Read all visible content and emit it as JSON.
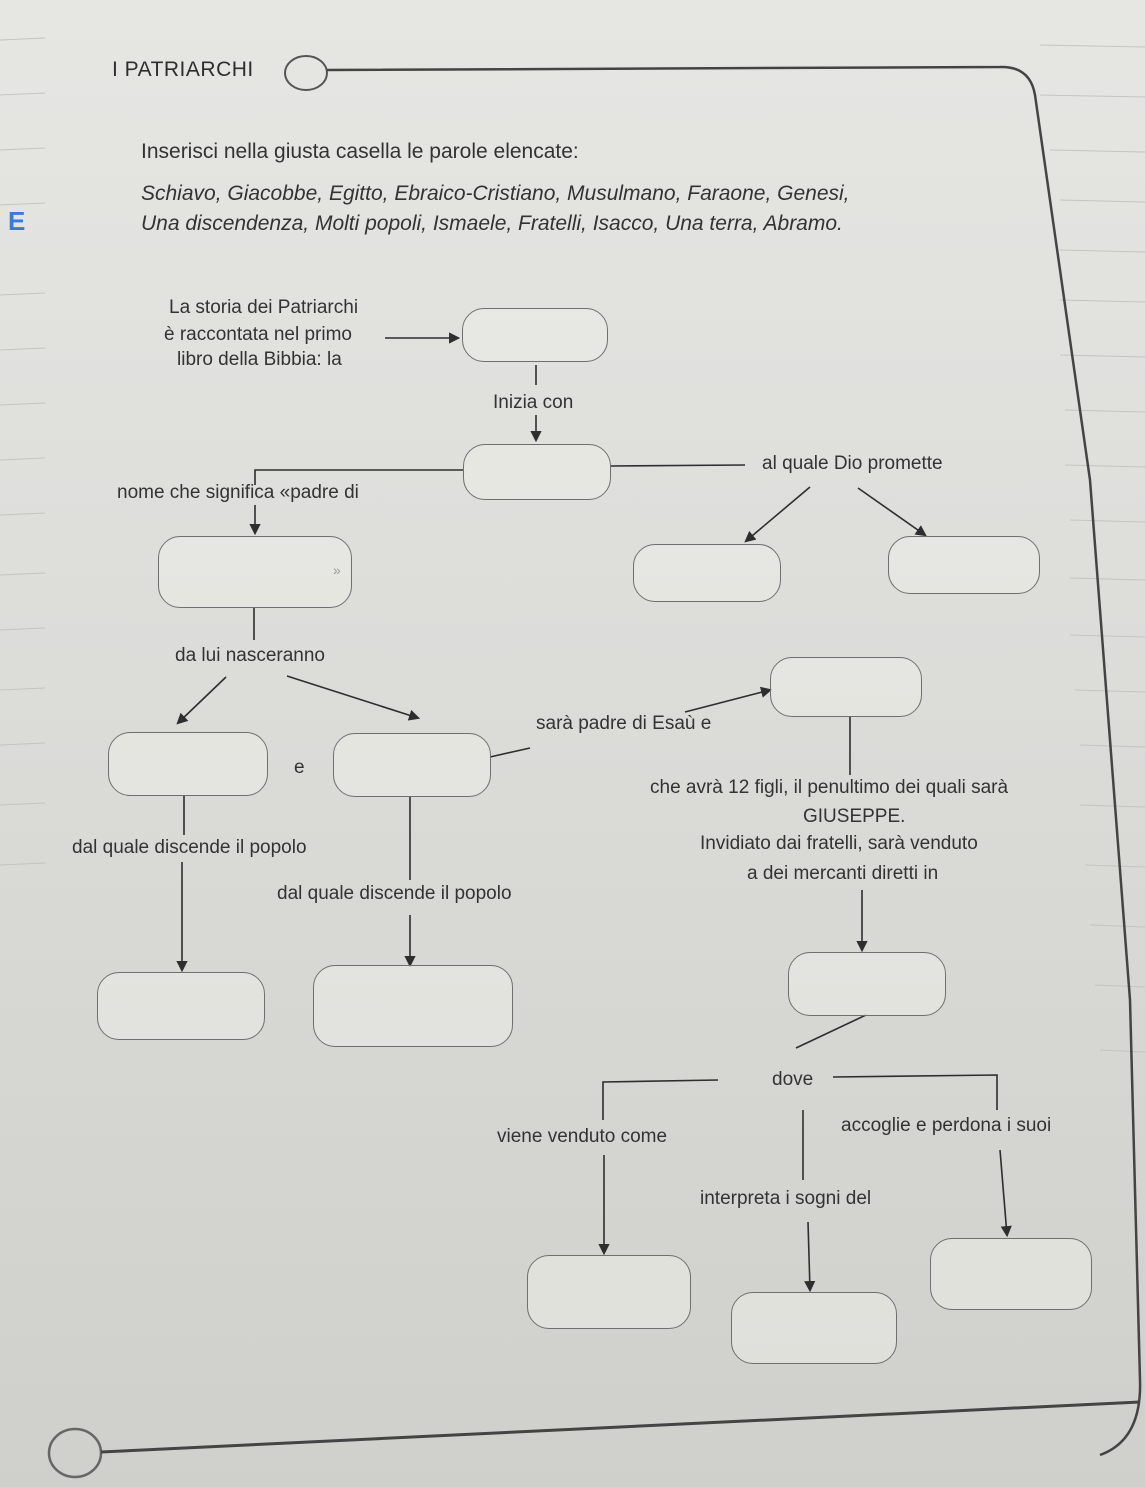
{
  "title": "I PATRIARCHI",
  "instruction": "Inserisci nella giusta casella le parole elencate:",
  "words_line1": "Schiavo, Giacobbe, Egitto, Ebraico-Cristiano, Musulmano, Faraone, Genesi,",
  "words_line2": "Una discendenza, Molti popoli, Ismaele, Fratelli, Isacco, Una terra, Abramo.",
  "diagram": {
    "intro_1": "La storia dei Patriarchi",
    "intro_2": "è raccontata nel primo",
    "intro_3": "libro della Bibbia: la",
    "inizia_con": "Inizia con",
    "nome_padre": "nome che significa «padre di",
    "quote_close": "»",
    "dio_promette": "al quale Dio promette",
    "da_lui": "da lui nasceranno",
    "sara_padre": "sarà padre di Esaù e",
    "e": "e",
    "dodici_figli": "che avrà 12 figli, il penultimo dei quali sarà",
    "giuseppe": "GIUSEPPE.",
    "discende_1": "dal quale discende il popolo",
    "discende_2": "dal quale discende il popolo",
    "invidiato": "Invidiato dai fratelli, sarà venduto",
    "mercanti": "a dei mercanti diretti in",
    "dove": "dove",
    "venduto_come": "viene venduto come",
    "accoglie": "accoglie e perdona i suoi",
    "interpreta": "interpreta i sogni del"
  }
}
